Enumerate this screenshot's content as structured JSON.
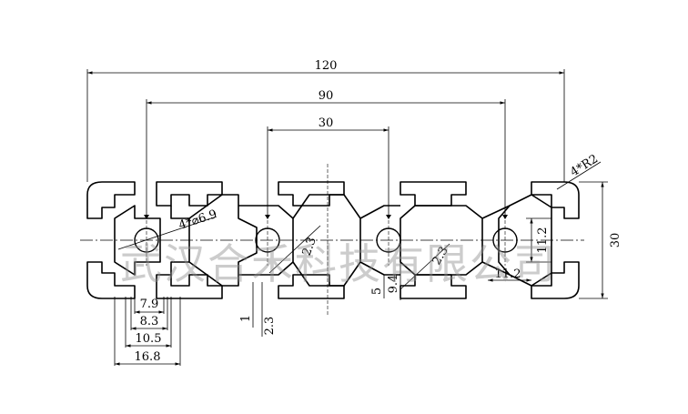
{
  "drawing": {
    "overall_width": "120",
    "pitch_outer": "90",
    "pitch_center": "30",
    "height": "30",
    "corner_radius": "4*R2",
    "hole_diameter": "4*⌀6.9",
    "wall_diag_1": "2.3",
    "wall_diag_2": "2.3",
    "slot_depth": "11.2",
    "slot_depth_horizontal": "11.2",
    "slot_gap": "5",
    "slot_inner": "9.4",
    "lip": "1",
    "lip_2": "2.3",
    "widths": [
      "7.9",
      "8.3",
      "10.5",
      "16.8"
    ]
  },
  "watermark": "武汉合禾科技有限公司",
  "colors": {
    "line": "#000000",
    "watermark": "#8f8f8f"
  }
}
